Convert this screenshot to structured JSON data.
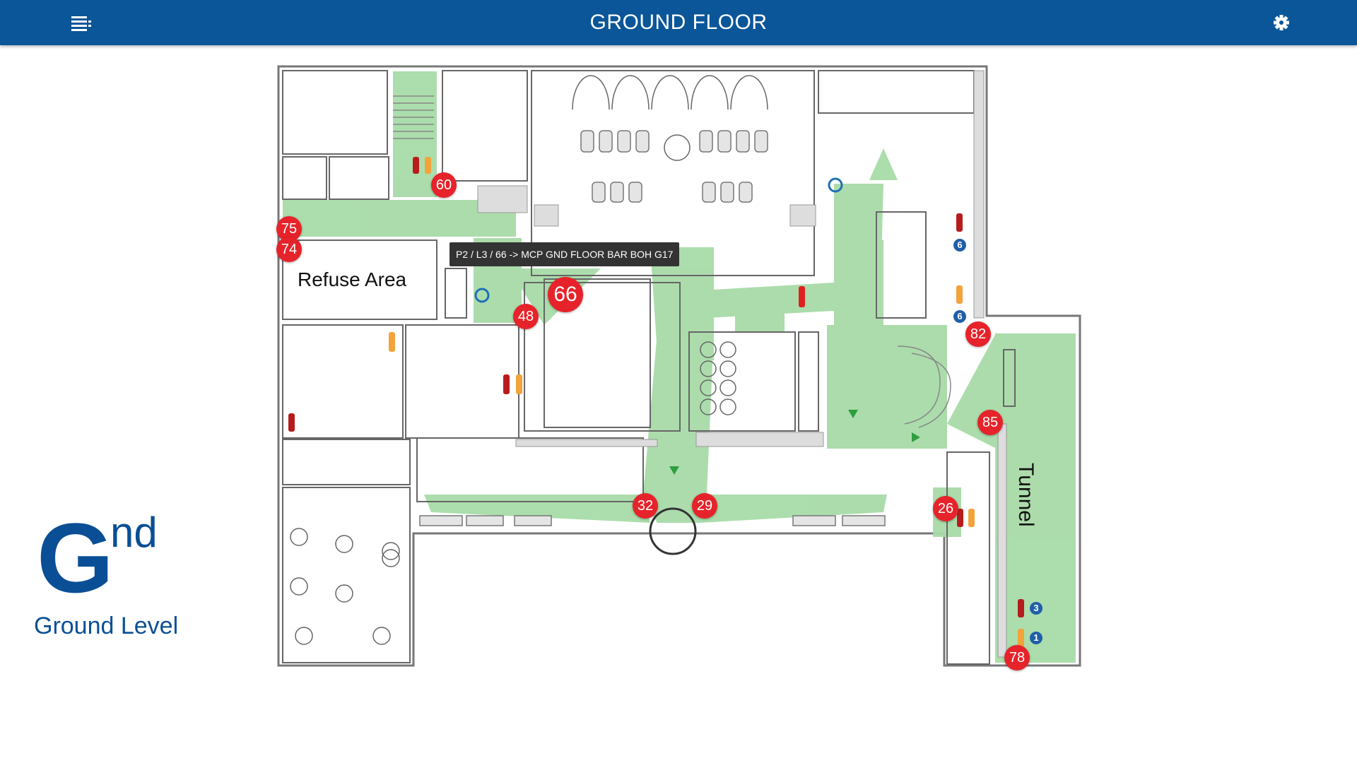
{
  "header": {
    "title": "GROUND FLOOR"
  },
  "icons": {
    "menu": "menu-icon",
    "settings": "gear-icon"
  },
  "colors": {
    "header_bg": "#0a5699",
    "route_green": "#a8dba8",
    "marker_red": "#e6232a",
    "level_blue": "#0a4f96"
  },
  "level": {
    "letter": "G",
    "superscript": "nd",
    "caption": "Ground Level"
  },
  "tooltip": {
    "text": "P2 / L3 / 66 -> MCP GND FLOOR BAR BOH G17"
  },
  "labels": {
    "refuse_area": "Refuse Area",
    "tunnel": "Tunnel"
  },
  "markers": [
    "60",
    "75",
    "74",
    "66",
    "48",
    "82",
    "85",
    "32",
    "29",
    "26",
    "78"
  ],
  "badges": [
    "6",
    "6",
    "3",
    "1"
  ]
}
